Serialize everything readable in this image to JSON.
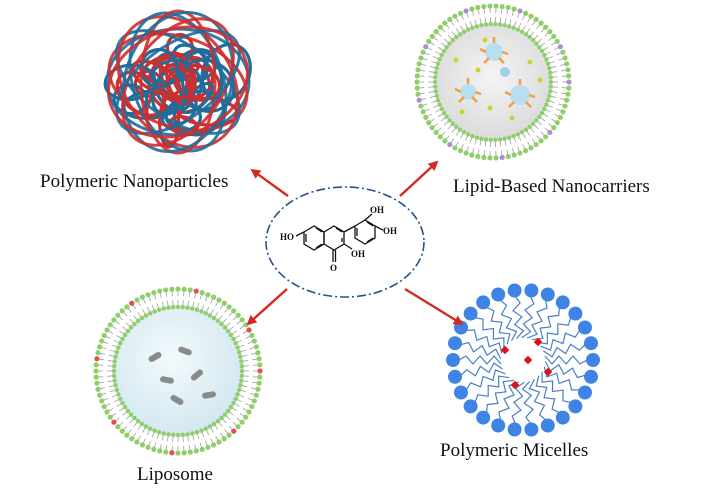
{
  "labels": {
    "polymeric_nanoparticles": "Polymeric Nanoparticles",
    "lipid_based_nanocarriers": "Lipid-Based Nanocarriers",
    "liposome": "Liposome",
    "polymeric_micelles": "Polymeric Micelles"
  },
  "molecule": {
    "oh_left": "HO",
    "oh_top": "OH",
    "oh_right": "OH",
    "oh_bottom": "OH",
    "carbonyl_o": "O"
  },
  "colors": {
    "arrow": "#d42a1f",
    "dashed_ellipse": "#2a4e8c",
    "polymer_red": "#cf2e2e",
    "polymer_blue": "#1e6e9c",
    "lipid_head": "#8fce6a",
    "micelle_head": "#3f84e5",
    "micelle_drug": "#e01010"
  }
}
